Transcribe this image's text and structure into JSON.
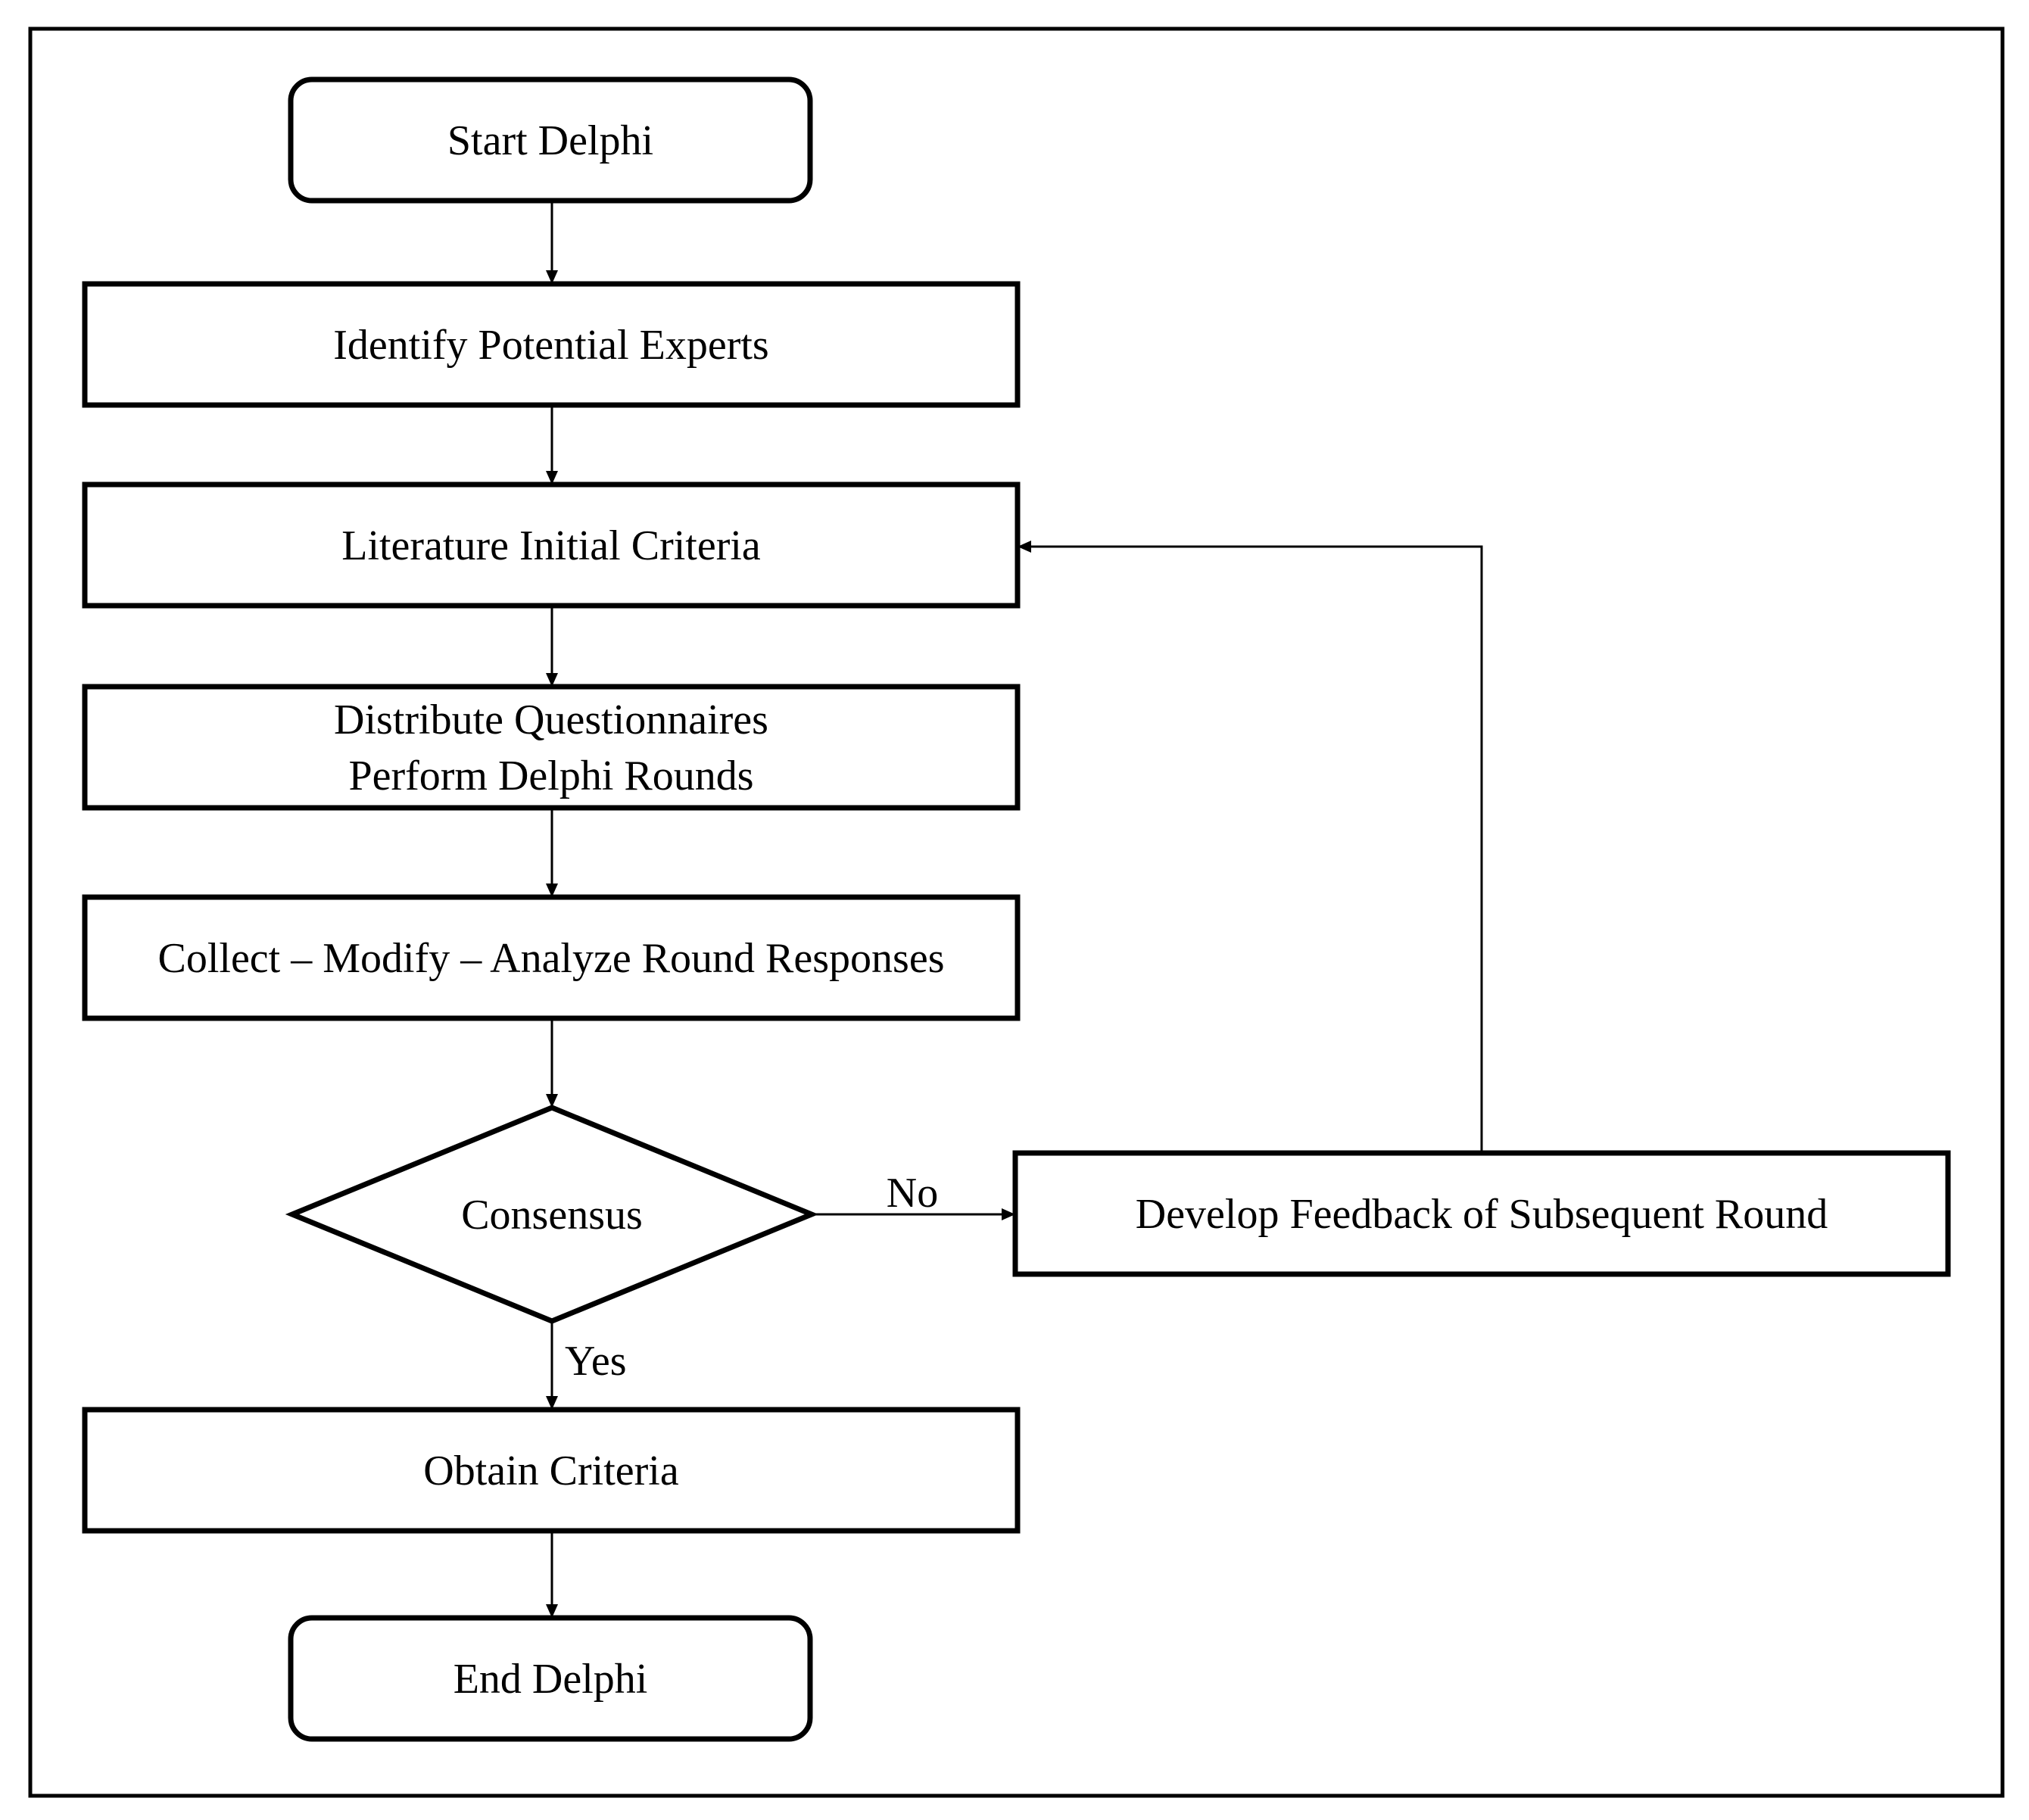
{
  "diagram": {
    "nodes": [
      {
        "id": "start",
        "shape": "rounded",
        "lines": [
          "Start Delphi"
        ]
      },
      {
        "id": "identify",
        "shape": "rect",
        "lines": [
          "Identify Potential Experts"
        ]
      },
      {
        "id": "literature",
        "shape": "rect",
        "lines": [
          "Literature Initial Criteria"
        ]
      },
      {
        "id": "distribute",
        "shape": "rect",
        "lines": [
          "Distribute Questionnaires",
          "Perform Delphi Rounds"
        ]
      },
      {
        "id": "collect",
        "shape": "rect",
        "lines": [
          "Collect – Modify – Analyze Round Responses"
        ]
      },
      {
        "id": "consensus",
        "shape": "diamond",
        "lines": [
          "Consensus"
        ]
      },
      {
        "id": "feedback",
        "shape": "rect",
        "lines": [
          "Develop Feedback of Subsequent Round"
        ]
      },
      {
        "id": "obtain",
        "shape": "rect",
        "lines": [
          "Obtain Criteria"
        ]
      },
      {
        "id": "end",
        "shape": "rounded",
        "lines": [
          "End Delphi"
        ]
      }
    ],
    "edges": [
      {
        "from": "start",
        "to": "identify",
        "label": ""
      },
      {
        "from": "identify",
        "to": "literature",
        "label": ""
      },
      {
        "from": "literature",
        "to": "distribute",
        "label": ""
      },
      {
        "from": "distribute",
        "to": "collect",
        "label": ""
      },
      {
        "from": "collect",
        "to": "consensus",
        "label": ""
      },
      {
        "from": "consensus",
        "to": "feedback",
        "label": "No"
      },
      {
        "from": "feedback",
        "to": "literature",
        "label": ""
      },
      {
        "from": "consensus",
        "to": "obtain",
        "label": "Yes"
      },
      {
        "from": "obtain",
        "to": "end",
        "label": ""
      }
    ]
  }
}
